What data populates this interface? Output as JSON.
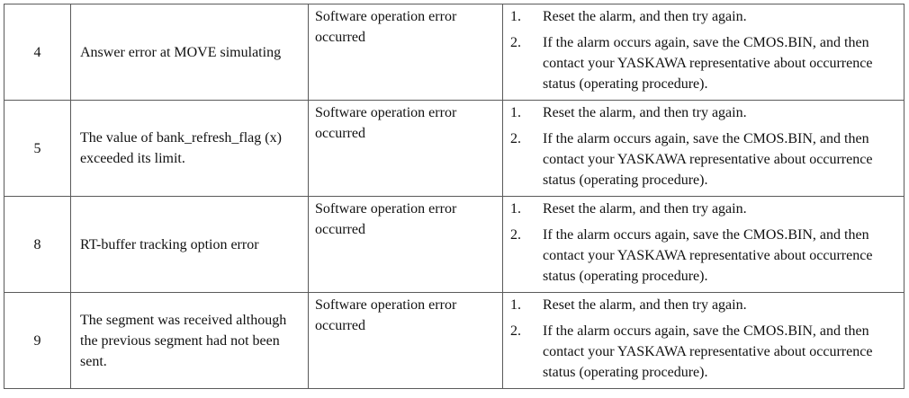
{
  "rows": [
    {
      "number": "4",
      "description": "Answer error at MOVE simulating",
      "cause": "Software operation error occurred",
      "steps": [
        {
          "num": "1.",
          "text": "Reset the alarm, and then try again."
        },
        {
          "num": "2.",
          "text": "If the alarm occurs again, save the CMOS.BIN, and then contact your YASKAWA representative about occurrence status (operating procedure)."
        }
      ]
    },
    {
      "number": "5",
      "description": "The value of bank_refresh_flag (x) exceeded its limit.",
      "cause": "Software operation error occurred",
      "steps": [
        {
          "num": "1.",
          "text": "Reset the alarm, and then try again."
        },
        {
          "num": "2.",
          "text": "If the alarm occurs again, save the CMOS.BIN, and then contact your YASKAWA representative about occurrence status (operating procedure)."
        }
      ]
    },
    {
      "number": "8",
      "description": "RT-buffer tracking option error",
      "cause": "Software operation error occurred",
      "steps": [
        {
          "num": "1.",
          "text": "Reset the alarm, and then try again."
        },
        {
          "num": "2.",
          "text": "If the alarm occurs again, save the CMOS.BIN, and then contact your YASKAWA representative about occurrence status (operating procedure)."
        }
      ]
    },
    {
      "number": "9",
      "description": "The segment was received although the previous segment had not been sent.",
      "cause": "Software operation error occurred",
      "steps": [
        {
          "num": "1.",
          "text": "Reset the alarm, and then try again."
        },
        {
          "num": "2.",
          "text": "If the alarm occurs again, save the CMOS.BIN, and then contact your YASKAWA representative about occurrence status (operating procedure)."
        }
      ]
    }
  ]
}
